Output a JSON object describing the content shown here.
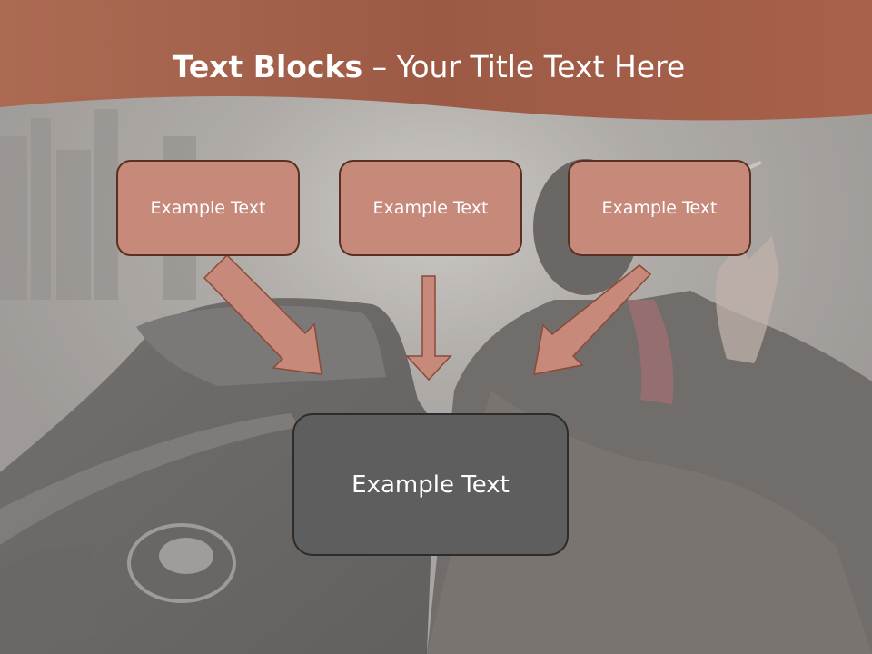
{
  "title": {
    "bold_part": "Text Blocks",
    "dash": " – ",
    "regular_part": "Your Title Text Here"
  },
  "blocks": [
    {
      "label": "Example Text"
    },
    {
      "label": "Example Text"
    },
    {
      "label": "Example Text"
    }
  ],
  "target_block": {
    "label": "Example Text"
  },
  "colors": {
    "header": "#a8614a",
    "small_box_fill": "#c6897a",
    "small_box_border": "#5a3024",
    "big_box_fill": "#5e5e5e",
    "arrow_fill": "#c6897a"
  }
}
